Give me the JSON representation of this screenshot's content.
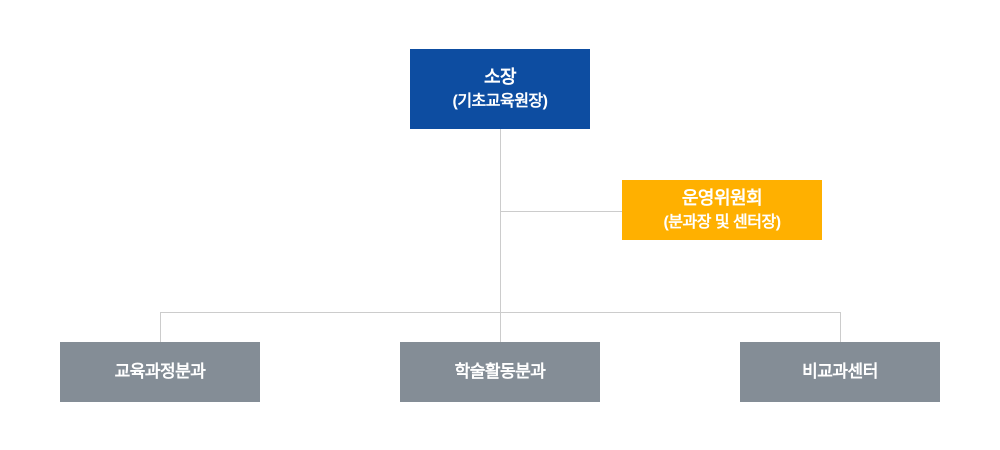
{
  "colors": {
    "director_bg": "#0d4da1",
    "committee_bg": "#ffb000",
    "dept_bg": "#848d96",
    "line": "#cccccc",
    "text": "#ffffff"
  },
  "nodes": {
    "director": {
      "title": "소장",
      "subtitle": "(기초교육원장)"
    },
    "committee": {
      "title": "운영위원회",
      "subtitle": "(분과장 및 센터장)"
    },
    "departments": [
      {
        "label": "교육과정분과"
      },
      {
        "label": "학술활동분과"
      },
      {
        "label": "비교과센터"
      }
    ]
  }
}
